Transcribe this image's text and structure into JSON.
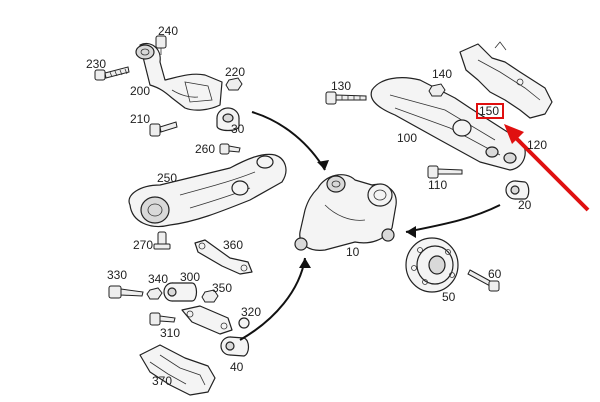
{
  "diagram": {
    "callout": {
      "label": "150",
      "highlight_color": "#e01010"
    },
    "parts": [
      {
        "id": "p240",
        "label": "240"
      },
      {
        "id": "p230",
        "label": "230"
      },
      {
        "id": "p220",
        "label": "220"
      },
      {
        "id": "p200",
        "label": "200"
      },
      {
        "id": "p210",
        "label": "210"
      },
      {
        "id": "p30",
        "label": "30"
      },
      {
        "id": "p260",
        "label": "260"
      },
      {
        "id": "p250",
        "label": "250"
      },
      {
        "id": "p270",
        "label": "270"
      },
      {
        "id": "p360",
        "label": "360"
      },
      {
        "id": "p330",
        "label": "330"
      },
      {
        "id": "p340",
        "label": "340"
      },
      {
        "id": "p300",
        "label": "300"
      },
      {
        "id": "p350",
        "label": "350"
      },
      {
        "id": "p310",
        "label": "310"
      },
      {
        "id": "p320",
        "label": "320"
      },
      {
        "id": "p370",
        "label": "370"
      },
      {
        "id": "p40",
        "label": "40"
      },
      {
        "id": "p10",
        "label": "10"
      },
      {
        "id": "p130",
        "label": "130"
      },
      {
        "id": "p140",
        "label": "140"
      },
      {
        "id": "p100",
        "label": "100"
      },
      {
        "id": "p120",
        "label": "120"
      },
      {
        "id": "p110",
        "label": "110"
      },
      {
        "id": "p20",
        "label": "20"
      },
      {
        "id": "p50",
        "label": "50"
      },
      {
        "id": "p60",
        "label": "60"
      }
    ]
  }
}
